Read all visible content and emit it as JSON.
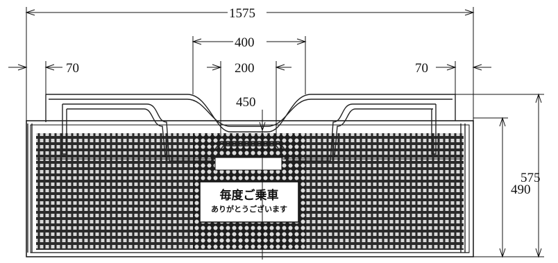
{
  "dimensions": {
    "overall_width": "1575",
    "center_notch_width": "400",
    "side_margin_left": "70",
    "side_margin_right": "70",
    "center_rail_gap": "200",
    "notch_bottom_width": "450",
    "inner_height": "490",
    "overall_height": "575"
  },
  "center_sign": {
    "line1": "毎度ご乗車",
    "line2": "ありがとうございます"
  },
  "colors": {
    "ink": "#111111",
    "background": "#ffffff",
    "sign_panel": "#ffffff"
  }
}
